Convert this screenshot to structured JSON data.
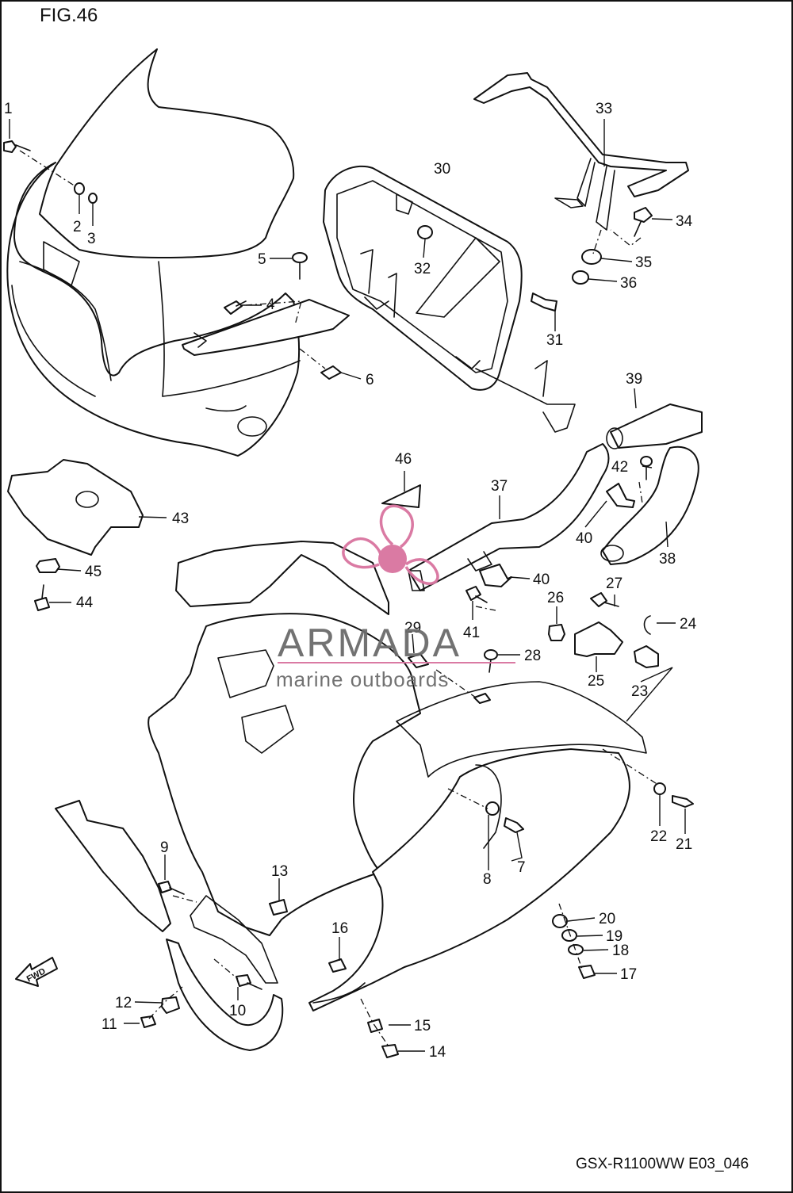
{
  "figure": {
    "title": "FIG.46",
    "code": "GSX-R1100WW  E03_046"
  },
  "watermark": {
    "brand": "ARMADA",
    "tagline": "marine outboards",
    "color": "#d9739f",
    "text_color": "#6b6b6b"
  },
  "badge": {
    "fwd_label": "FWD"
  },
  "callouts": [
    "1",
    "2",
    "3",
    "4",
    "5",
    "6",
    "7",
    "8",
    "9",
    "10",
    "11",
    "12",
    "13",
    "14",
    "15",
    "16",
    "17",
    "18",
    "19",
    "20",
    "21",
    "22",
    "23",
    "24",
    "25",
    "26",
    "27",
    "28",
    "29",
    "30",
    "31",
    "32",
    "33",
    "34",
    "35",
    "36",
    "37",
    "38",
    "39",
    "40",
    "40",
    "41",
    "42",
    "43",
    "44",
    "45",
    "46"
  ]
}
